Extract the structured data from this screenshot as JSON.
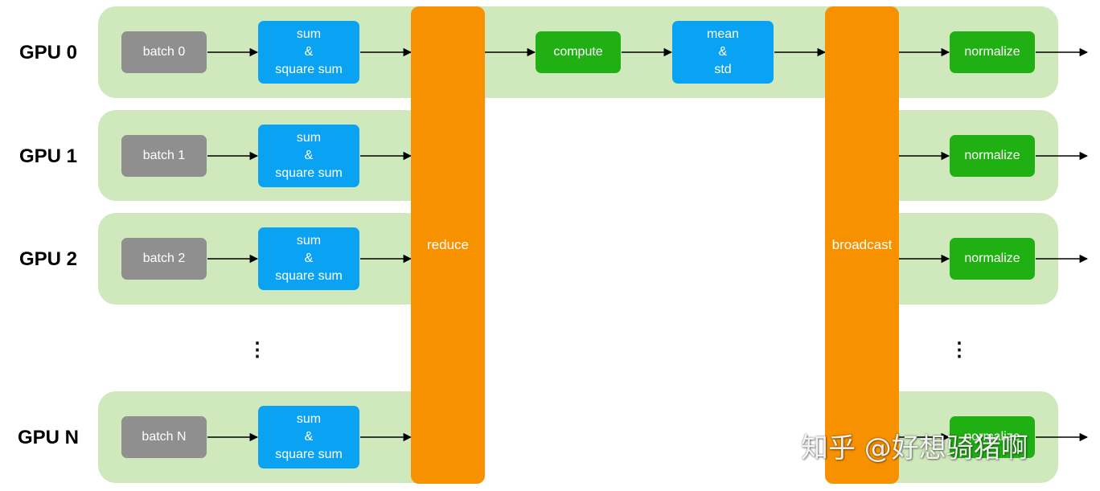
{
  "gpus": [
    {
      "label": "GPU 0",
      "batch": "batch 0"
    },
    {
      "label": "GPU 1",
      "batch": "batch 1"
    },
    {
      "label": "GPU 2",
      "batch": "batch 2"
    },
    {
      "label": "GPU N",
      "batch": "batch N"
    }
  ],
  "sum_box": {
    "line1": "sum",
    "line2": "&",
    "line3": "square sum"
  },
  "reduce_label": "reduce",
  "compute_label": "compute",
  "mean_std": {
    "line1": "mean",
    "line2": "&",
    "line3": "std"
  },
  "broadcast_label": "broadcast",
  "normalize_label": "normalize",
  "ellipsis": "⋮",
  "watermark": "知乎 @好想骑猪啊",
  "colors": {
    "lane": "#cfe8bc",
    "batch": "#8f8f8f",
    "sum": "#0aa3f4",
    "bar": "#f79100",
    "green": "#20b013"
  }
}
